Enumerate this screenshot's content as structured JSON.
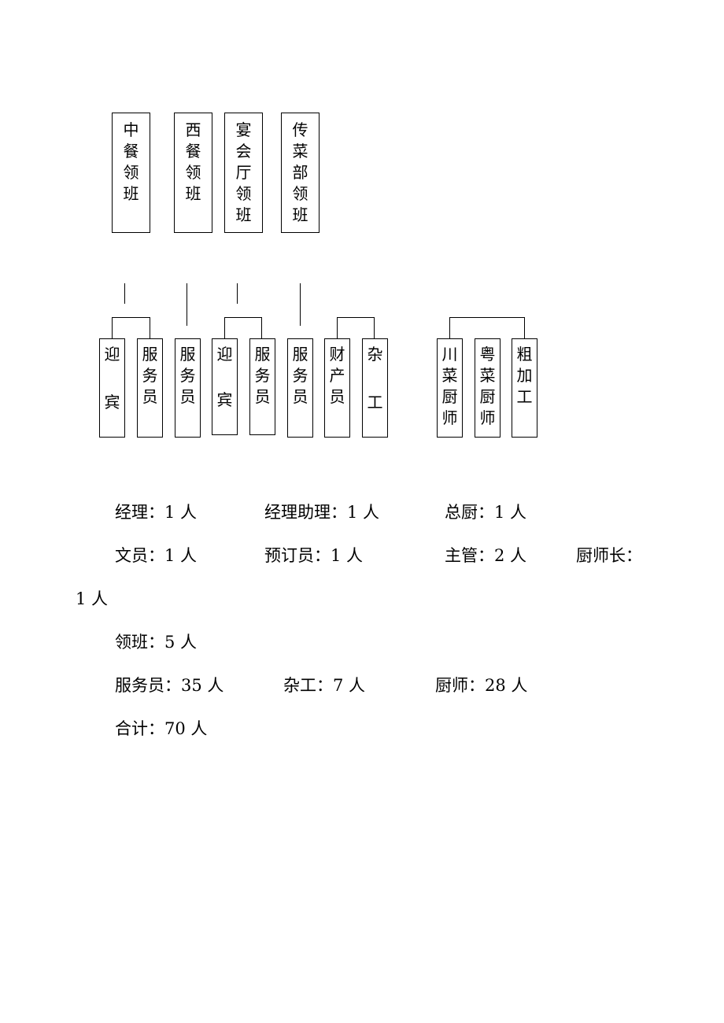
{
  "leaders": [
    {
      "label": "中餐领班"
    },
    {
      "label": "西餐领班"
    },
    {
      "label": "宴会厅领班"
    },
    {
      "label": "传菜部领班"
    }
  ],
  "staff": [
    {
      "label": "迎宾",
      "spaced": true
    },
    {
      "label": "服务员"
    },
    {
      "label": "服务员"
    },
    {
      "label": "迎宾",
      "spaced": true
    },
    {
      "label": "服务员"
    },
    {
      "label": "服务员"
    },
    {
      "label": "财产员"
    },
    {
      "label": "杂工",
      "spaced": true
    },
    {
      "label": "川菜厨师"
    },
    {
      "label": "粤菜厨师"
    },
    {
      "label": "粗加工"
    }
  ],
  "summary": {
    "manager": "经理：1 人",
    "assistant_manager": "经理助理：1 人",
    "head_chef": "总厨：1 人",
    "clerk": "文员：1 人",
    "reservationist": "预订员：1 人",
    "supervisor": "主管：2 人",
    "chef_lead": "厨师长：",
    "chef_lead_count": "1 人",
    "team_leaders": "领班：5 人",
    "waiters": "服务员：35 人",
    "handymen": "杂工：7 人",
    "cooks": "厨师：28 人",
    "total": "合计：70 人"
  }
}
